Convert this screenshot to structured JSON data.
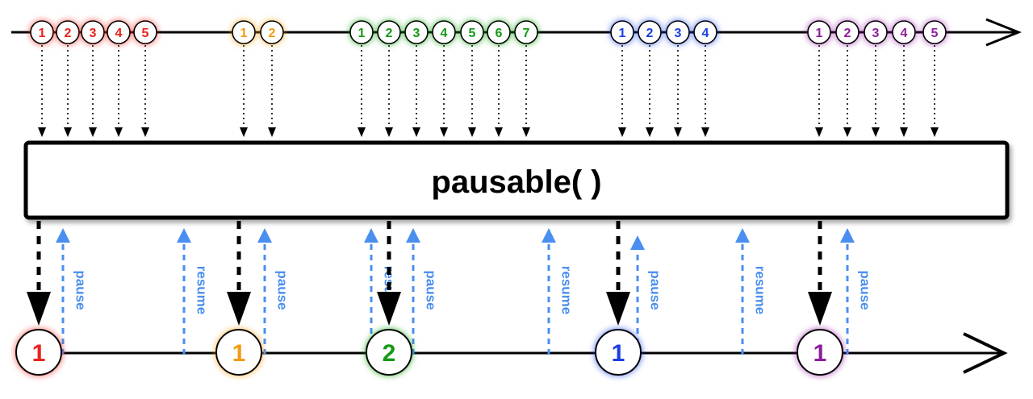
{
  "operator": {
    "label": "pausable( )"
  },
  "colors": {
    "red": "#e8231c",
    "orange": "#f39a12",
    "green": "#169a16",
    "blue": "#1a3ee0",
    "purple": "#8e1e9c",
    "control": "#4a8ff0",
    "ink": "#000000"
  },
  "input_groups": [
    {
      "color": "red",
      "labels": [
        "1",
        "2",
        "3",
        "4",
        "5"
      ]
    },
    {
      "color": "orange",
      "labels": [
        "1",
        "2"
      ]
    },
    {
      "color": "green",
      "labels": [
        "1",
        "2",
        "3",
        "4",
        "5",
        "6",
        "7"
      ]
    },
    {
      "color": "blue",
      "labels": [
        "1",
        "2",
        "3",
        "4"
      ]
    },
    {
      "color": "purple",
      "labels": [
        "1",
        "2",
        "3",
        "4",
        "5"
      ]
    }
  ],
  "output_marbles": [
    {
      "label": "1",
      "color": "red"
    },
    {
      "label": "1",
      "color": "orange"
    },
    {
      "label": "2",
      "color": "green"
    },
    {
      "label": "1",
      "color": "blue"
    },
    {
      "label": "1",
      "color": "purple"
    }
  ],
  "signals": [
    {
      "label": "pause"
    },
    {
      "label": "resume"
    },
    {
      "label": "pause"
    },
    {
      "label": "resume"
    },
    {
      "label": "pause"
    },
    {
      "label": "resume"
    },
    {
      "label": "pause"
    },
    {
      "label": "resume"
    },
    {
      "label": "pause"
    }
  ]
}
